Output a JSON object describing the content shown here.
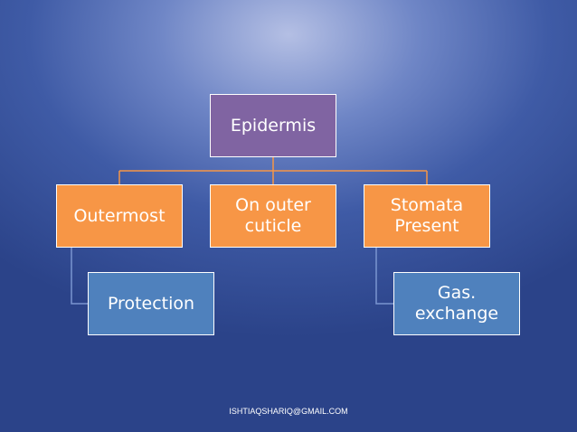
{
  "diagram": {
    "root": {
      "label": "Epidermis",
      "color": "#8064a2"
    },
    "children": [
      {
        "label": "Outermost",
        "color": "#f79646",
        "child": {
          "label": "Protection",
          "color": "#4f81bd"
        }
      },
      {
        "label": "On outer cuticle",
        "color": "#f79646"
      },
      {
        "label": "Stomata Present",
        "color": "#f79646",
        "child": {
          "label": "Gas. exchange",
          "color": "#4f81bd"
        }
      }
    ],
    "connector_color": "#f79646",
    "sub_connector_color": "#7a95d0"
  },
  "footer": {
    "text": "ISHTIAQSHARIQ@GMAIL.COM"
  }
}
